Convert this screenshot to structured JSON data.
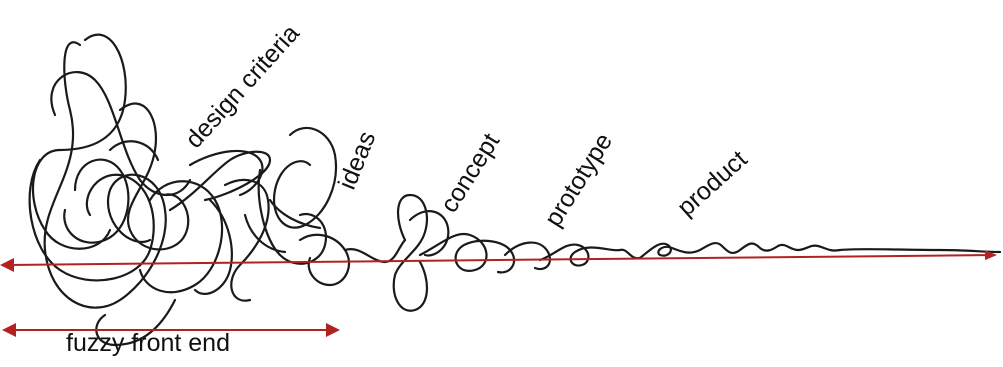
{
  "labels": {
    "design_criteria": "design criteria",
    "ideas": "ideas",
    "concept": "concept",
    "prototype": "prototype",
    "product": "product",
    "fuzzy_front_end": "fuzzy front end"
  },
  "colors": {
    "scribble": "#1a1a1a",
    "arrow": "#b22222"
  }
}
